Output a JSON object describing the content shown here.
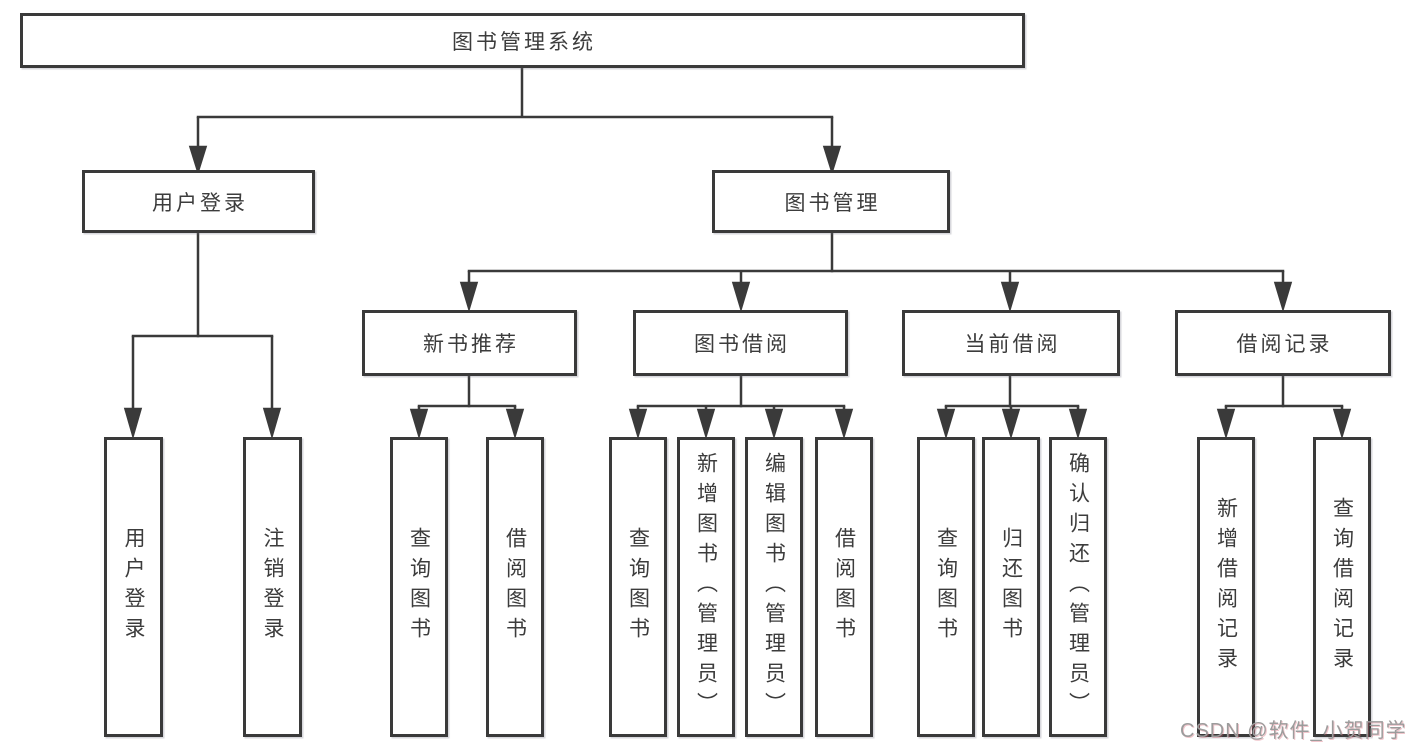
{
  "diagram": {
    "root": "图书管理系统",
    "level2": [
      "用户登录",
      "图书管理"
    ],
    "level3": [
      "新书推荐",
      "图书借阅",
      "当前借阅",
      "借阅记录"
    ],
    "login_children": [
      "用户登录",
      "注销登录"
    ],
    "recommend_children": [
      "查询图书",
      "借阅图书"
    ],
    "borrow_children": [
      "查询图书",
      "新增图书（管理员）",
      "编辑图书（管理员）",
      "借阅图书"
    ],
    "current_children": [
      "查询图书",
      "归还图书",
      "确认归还（管理员）"
    ],
    "record_children": [
      "新增借阅记录",
      "查询借阅记录"
    ],
    "colors": {
      "line": "#3a3a3a",
      "text": "#3c3c3c",
      "box_background": "#ffffff",
      "watermark": "#9c9c9c"
    }
  },
  "watermark": "CSDN @软件_小贺同学"
}
